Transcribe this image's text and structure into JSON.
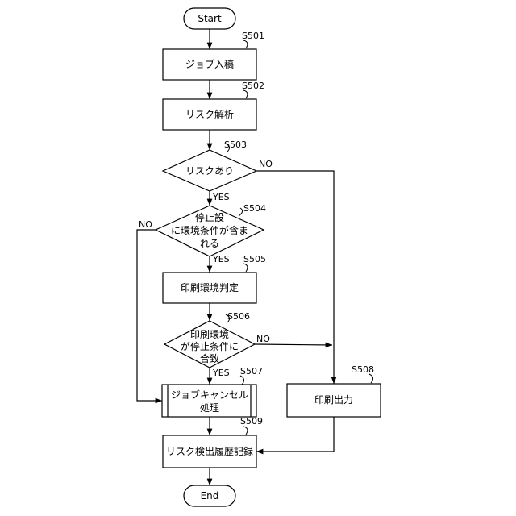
{
  "nodes": {
    "start": {
      "label": "Start"
    },
    "s501": {
      "step": "S501",
      "label": "ジョブ入稿"
    },
    "s502": {
      "step": "S502",
      "label": "リスク解析"
    },
    "s503": {
      "step": "S503",
      "label": "リスクあり"
    },
    "s504": {
      "step": "S504",
      "lines": [
        "停止設",
        "に環境条件が含ま",
        "れる"
      ]
    },
    "s505": {
      "step": "S505",
      "label": "印刷環境判定"
    },
    "s506": {
      "step": "S506",
      "lines": [
        "印刷環境",
        "が停止条件に",
        "合致"
      ]
    },
    "s507": {
      "step": "S507",
      "lines": [
        "ジョブキャンセル",
        "処理"
      ]
    },
    "s508": {
      "step": "S508",
      "label": "印刷出力"
    },
    "s509": {
      "step": "S509",
      "label": "リスク検出履歴記録"
    },
    "end": {
      "label": "End"
    }
  },
  "edge_labels": {
    "s503_yes": "YES",
    "s503_no": "NO",
    "s504_yes": "YES",
    "s504_no": "NO",
    "s506_yes": "YES",
    "s506_no": "NO"
  }
}
